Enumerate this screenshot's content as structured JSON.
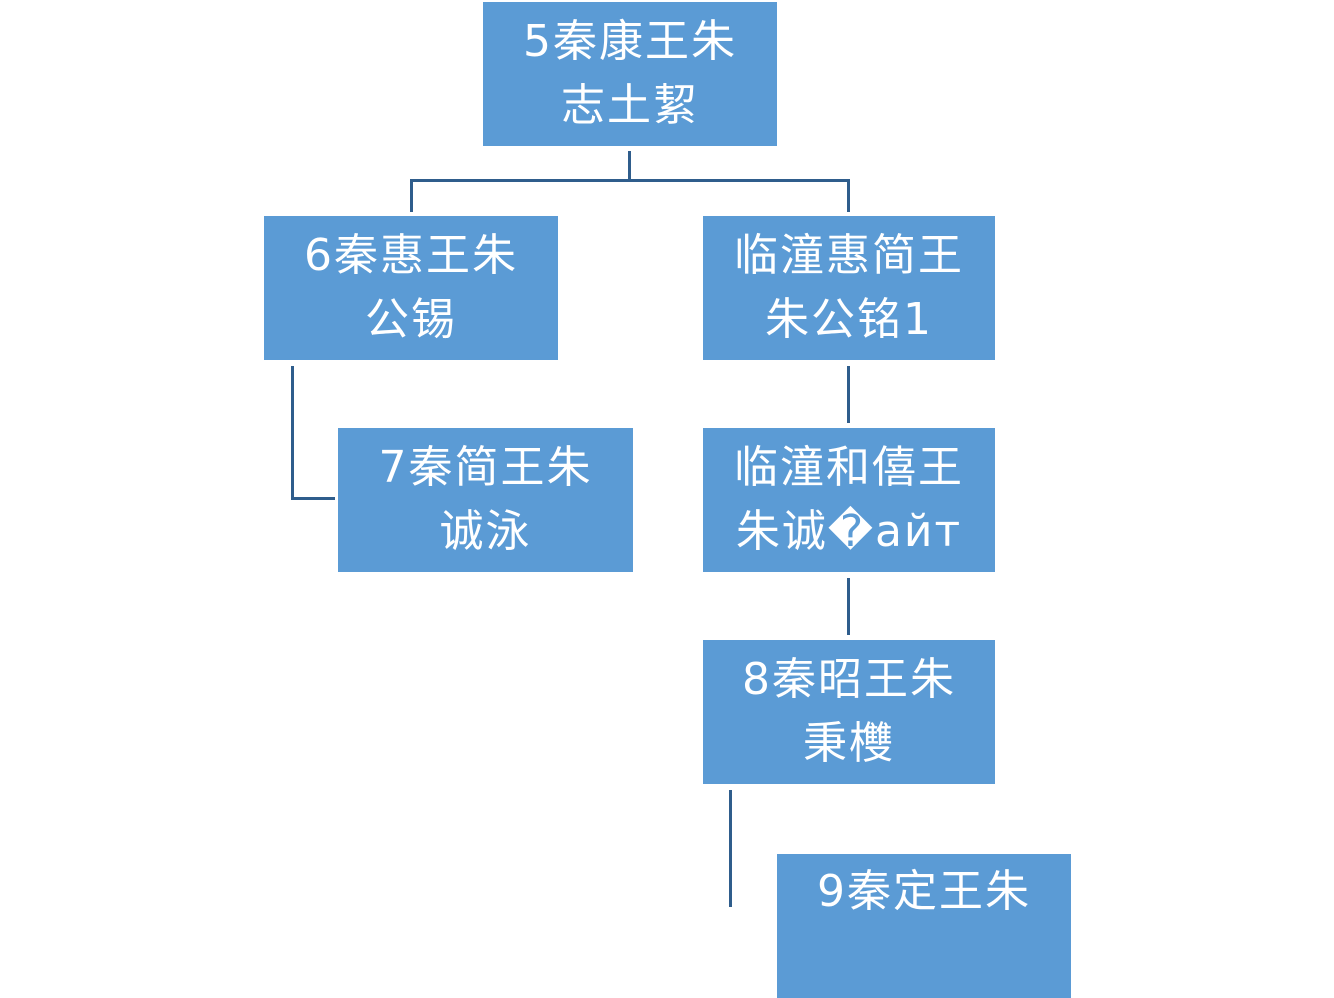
{
  "nodes": [
    {
      "line1": "5秦康王朱",
      "line2": "志土絜"
    },
    {
      "line1": "6秦惠王朱",
      "line2": "公锡"
    },
    {
      "line1": "临潼惠简王",
      "line2": "朱公铭1"
    },
    {
      "line1": "7秦简王朱",
      "line2": "诚泳"
    },
    {
      "line1": "临潼和僖王",
      "line2": "朱诚�айт"
    },
    {
      "line1": "8秦昭王朱",
      "line2": "秉欆"
    },
    {
      "line1": "9秦定王朱",
      "line2": ""
    }
  ],
  "colors": {
    "node": "#5b9bd5",
    "connector": "#2f5d8c",
    "text": "#ffffff"
  }
}
